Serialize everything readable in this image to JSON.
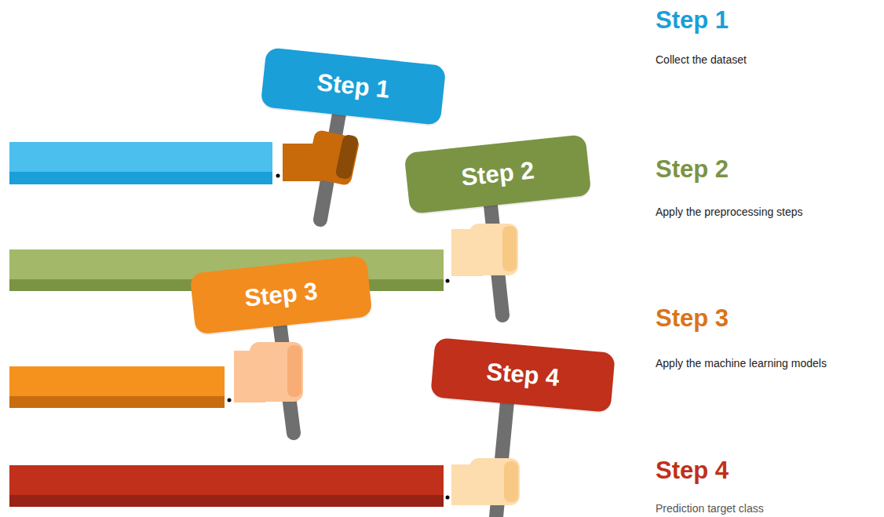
{
  "diagram": {
    "nodes": [
      {
        "text": [
          "Step 1"
        ]
      },
      {
        "text": [
          "Step 2"
        ]
      },
      {
        "text": [
          "Step 3"
        ]
      },
      {
        "text": [
          "Step 4"
        ]
      }
    ],
    "labels": [
      "Step 1",
      "Collect the dataset",
      "Step 2",
      "Apply the preprocessing steps",
      "Step 3",
      "Apply the machine learning models",
      "Step 4",
      "Prediction target class"
    ]
  }
}
